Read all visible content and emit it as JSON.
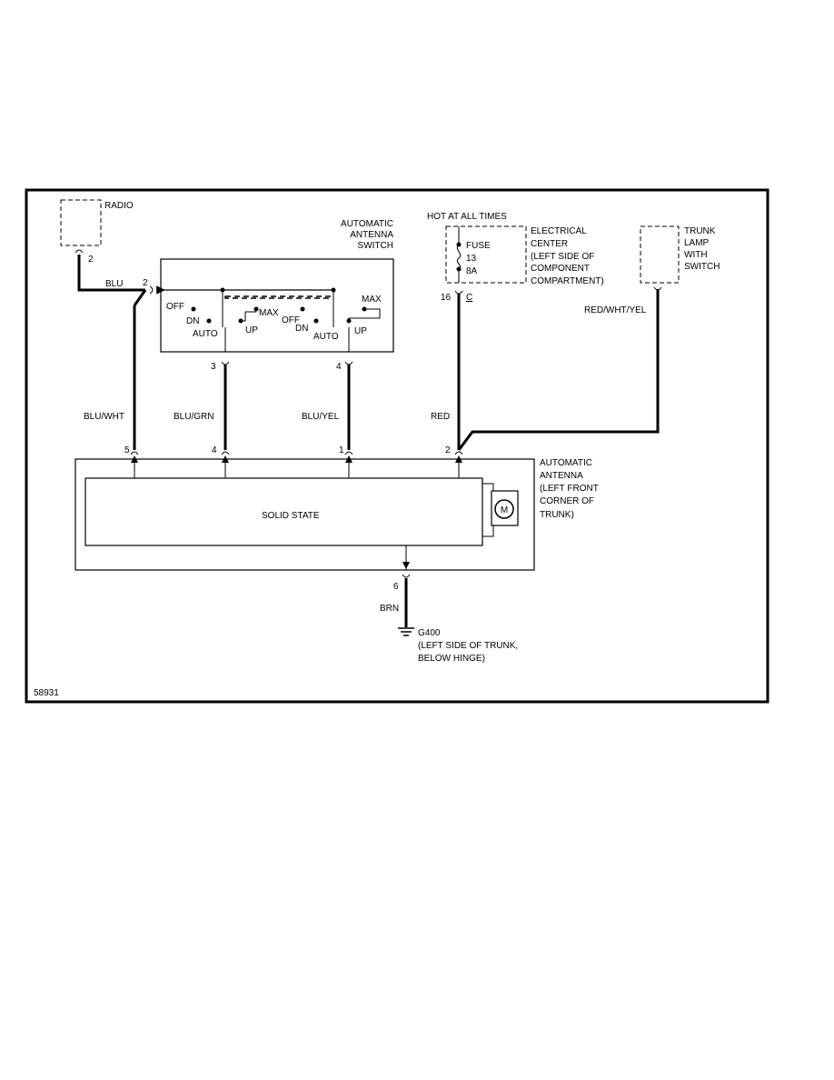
{
  "diagram_id": "58931",
  "radio": {
    "label": "RADIO",
    "pin": "2"
  },
  "switch": {
    "title": [
      "AUTOMATIC",
      "ANTENNA",
      "SWITCH"
    ],
    "in_pin": "2",
    "positions": {
      "off_1": "OFF",
      "dn_1": "DN",
      "auto_1": "AUTO",
      "max_1": "MAX",
      "up_1": "UP",
      "off_2": "OFF",
      "dn_2": "DN",
      "auto_2": "AUTO",
      "max_2": "MAX",
      "up_2": "UP"
    },
    "out_pin_left": "3",
    "out_pin_right": "4"
  },
  "fuse": {
    "hot_label": "HOT AT ALL TIMES",
    "fuse_lines": [
      "FUSE",
      "13",
      "8A"
    ],
    "center_lines": [
      "ELECTRICAL",
      "CENTER",
      "(LEFT SIDE OF",
      "COMPONENT",
      "COMPARTMENT)"
    ],
    "pin": "16",
    "connector": "C"
  },
  "trunk_lamp": {
    "lines": [
      "TRUNK",
      "LAMP",
      "WITH",
      "SWITCH"
    ]
  },
  "wires": {
    "blu": "BLU",
    "blu_wht": "BLU/WHT",
    "blu_grn": "BLU/GRN",
    "blu_yel": "BLU/YEL",
    "red": "RED",
    "red_wht_yel": "RED/WHT/YEL",
    "brn": "BRN"
  },
  "antenna": {
    "lines": [
      "AUTOMATIC",
      "ANTENNA",
      "(LEFT FRONT",
      "CORNER OF",
      "TRUNK)"
    ],
    "inner_label": "SOLID STATE",
    "motor_label": "M",
    "pins": {
      "p5": "5",
      "p4": "4",
      "p1": "1",
      "p2": "2",
      "p6": "6"
    }
  },
  "ground": {
    "lines": [
      "G400",
      "(LEFT SIDE OF TRUNK,",
      "BELOW HINGE)"
    ]
  }
}
